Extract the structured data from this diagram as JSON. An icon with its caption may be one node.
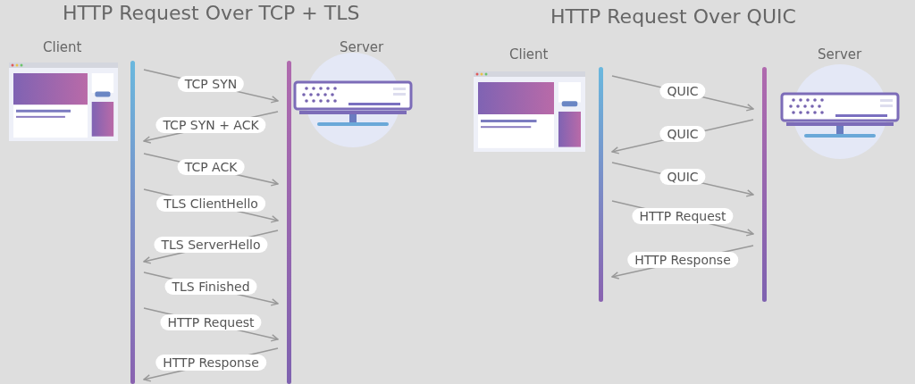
{
  "diagram": {
    "nodes": [
      {
        "text": [],
        "shape": "bar"
      },
      {
        "text": [],
        "shape": "bar"
      },
      {
        "text": [],
        "shape": "bar"
      },
      {
        "text": [],
        "shape": "bar"
      }
    ],
    "edges": [
      {
        "from": 0,
        "to": 1,
        "arrow": "to",
        "label": "TCP SYN"
      },
      {
        "from": 1,
        "to": 0,
        "arrow": "to",
        "label": "TCP SYN + ACK"
      },
      {
        "from": 0,
        "to": 1,
        "arrow": "to",
        "label": "TCP ACK"
      },
      {
        "from": 0,
        "to": 1,
        "arrow": "to",
        "label": "TLS ClientHello"
      },
      {
        "from": 1,
        "to": 0,
        "arrow": "to",
        "label": "TLS ServerHello"
      },
      {
        "from": 0,
        "to": 1,
        "arrow": "to",
        "label": "TLS Finished"
      },
      {
        "from": 0,
        "to": 1,
        "arrow": "to",
        "label": "HTTP Request"
      },
      {
        "from": 1,
        "to": 0,
        "arrow": "to",
        "label": "HTTP Response"
      },
      {
        "from": 2,
        "to": 3,
        "arrow": "to",
        "label": "QUIC"
      },
      {
        "from": 3,
        "to": 2,
        "arrow": "to",
        "label": "QUIC"
      },
      {
        "from": 2,
        "to": 3,
        "arrow": "to",
        "label": "QUIC"
      },
      {
        "from": 2,
        "to": 3,
        "arrow": "to",
        "label": "HTTP Request"
      },
      {
        "from": 3,
        "to": 2,
        "arrow": "to",
        "label": "HTTP Response"
      }
    ],
    "labels": [
      "HTTP Request Over TCP + TLS",
      "HTTP Request Over QUIC",
      "Client",
      "Server",
      "Client",
      "Server"
    ]
  }
}
